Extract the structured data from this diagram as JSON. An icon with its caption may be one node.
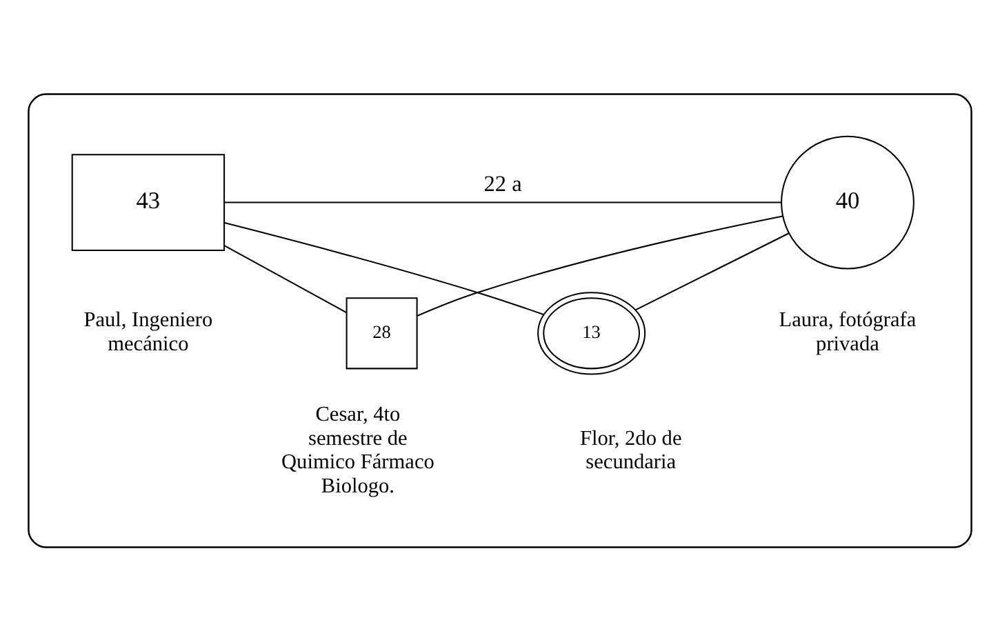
{
  "diagram": {
    "nodes": [
      {
        "text": [],
        "shape": "cloud"
      },
      {
        "text": [
          "43"
        ],
        "beside": [
          "Paul, Ingeniero mecánico"
        ],
        "in": 0
      },
      {
        "text": [
          "40"
        ],
        "beside": [
          "Laura, fotógrafa privada"
        ],
        "in": 0
      },
      {
        "text": [
          "28"
        ],
        "beside": [
          "Cesar, 4to semestre de Quimico Fármaco Biologo."
        ],
        "in": 0
      },
      {
        "text": [
          "13"
        ],
        "beside": [
          "Flor, 2do de secundaria"
        ],
        "in": 0
      }
    ],
    "edges": [
      {
        "from": 1,
        "to": 2,
        "arrow": "none",
        "label": "22 a"
      },
      {
        "from": 1,
        "to": 3,
        "arrow": "none"
      },
      {
        "from": 2,
        "to": 3,
        "arrow": "none"
      },
      {
        "from": 1,
        "to": 4,
        "arrow": "none"
      },
      {
        "from": 2,
        "to": 4,
        "arrow": "none"
      }
    ]
  }
}
